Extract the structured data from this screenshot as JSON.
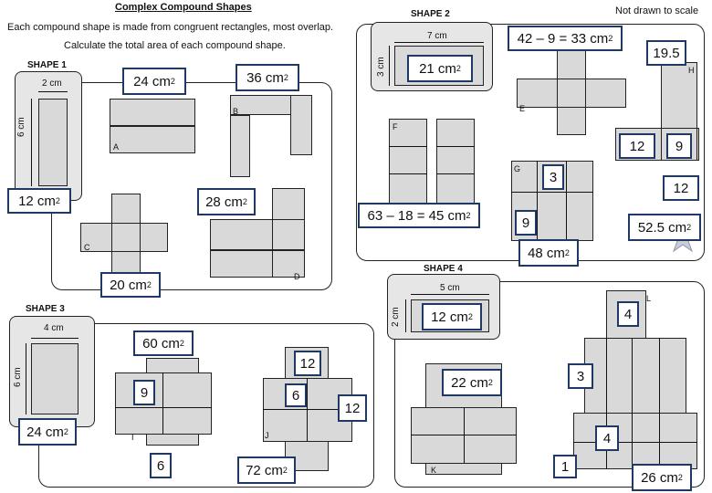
{
  "header": {
    "title": "Complex Compound Shapes",
    "instruction1": "Each compound shape is made from congruent rectangles, most overlap.",
    "instruction2": "Calculate the total area of each compound shape.",
    "scale_note": "Not drawn to scale"
  },
  "shape1": {
    "heading": "SHAPE 1",
    "dim_width": "2 cm",
    "dim_height": "6 cm",
    "rect_area": "12 cm",
    "labels": {
      "A": "A",
      "B": "B",
      "C": "C",
      "D": "D"
    },
    "answers": {
      "A": "24 cm",
      "B": "36 cm",
      "C": "20 cm",
      "D": "28 cm"
    }
  },
  "shape2": {
    "heading": "SHAPE 2",
    "dim_width": "7 cm",
    "dim_height": "3 cm",
    "rect_area": "21 cm",
    "labels": {
      "E": "E",
      "F": "F",
      "G": "G",
      "H": "H"
    },
    "answers": {
      "E": "42 – 9 = 33 cm",
      "F": "63 – 18 = 45 cm",
      "G": "48 cm",
      "H": "52.5 cm"
    },
    "g_values": {
      "top": "3",
      "left": "9"
    },
    "h_values": {
      "top": "19.5",
      "left": "12",
      "right": "9",
      "bottom": "12"
    }
  },
  "shape3": {
    "heading": "SHAPE 3",
    "dim_width": "4 cm",
    "dim_height": "6 cm",
    "rect_area": "24 cm",
    "labels": {
      "I": "I",
      "J": "J"
    },
    "answers": {
      "I": "60 cm",
      "J": "72 cm"
    },
    "i_values": {
      "inner": "9",
      "bottom": "6"
    },
    "j_values": {
      "top": "12",
      "inner": "6",
      "right": "12"
    }
  },
  "shape4": {
    "heading": "SHAPE 4",
    "dim_width": "5 cm",
    "dim_height": "2 cm",
    "rect_area": "12 cm",
    "labels": {
      "K": "K",
      "L": "L"
    },
    "answers": {
      "K": "22 cm",
      "L": "26 cm"
    },
    "l_values": {
      "top": "4",
      "right": "3",
      "mid": "4",
      "bottom": "1"
    }
  },
  "unit_exp": "2"
}
